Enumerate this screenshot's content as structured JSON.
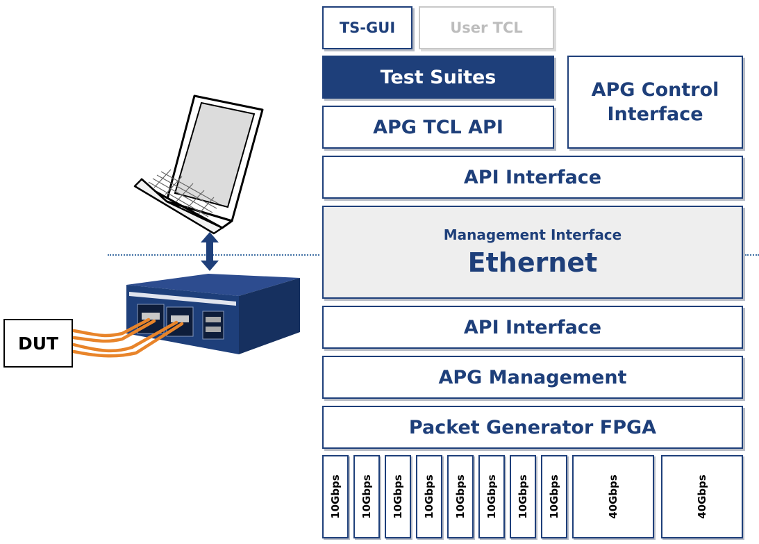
{
  "stack": {
    "ts_gui": "TS-GUI",
    "user_tcl": "User TCL",
    "test_suites": "Test Suites",
    "apg_control_interface": "APG Control Interface",
    "apg_tcl_api": "APG TCL API",
    "api_interface_top": "API Interface",
    "management_interface": "Management Interface",
    "ethernet": "Ethernet",
    "api_interface_bottom": "API Interface",
    "apg_management": "APG Management",
    "packet_generator_fpga": "Packet Generator FPGA"
  },
  "ports": [
    "10Gbps",
    "10Gbps",
    "10Gbps",
    "10Gbps",
    "10Gbps",
    "10Gbps",
    "10Gbps",
    "10Gbps",
    "40Gbps",
    "40Gbps"
  ],
  "dut": {
    "label": "DUT"
  },
  "colors": {
    "navy": "#1e3f7a",
    "orange": "#e8842a",
    "grey_fill": "#eeeeee",
    "ghost": "#c8c8c8"
  }
}
